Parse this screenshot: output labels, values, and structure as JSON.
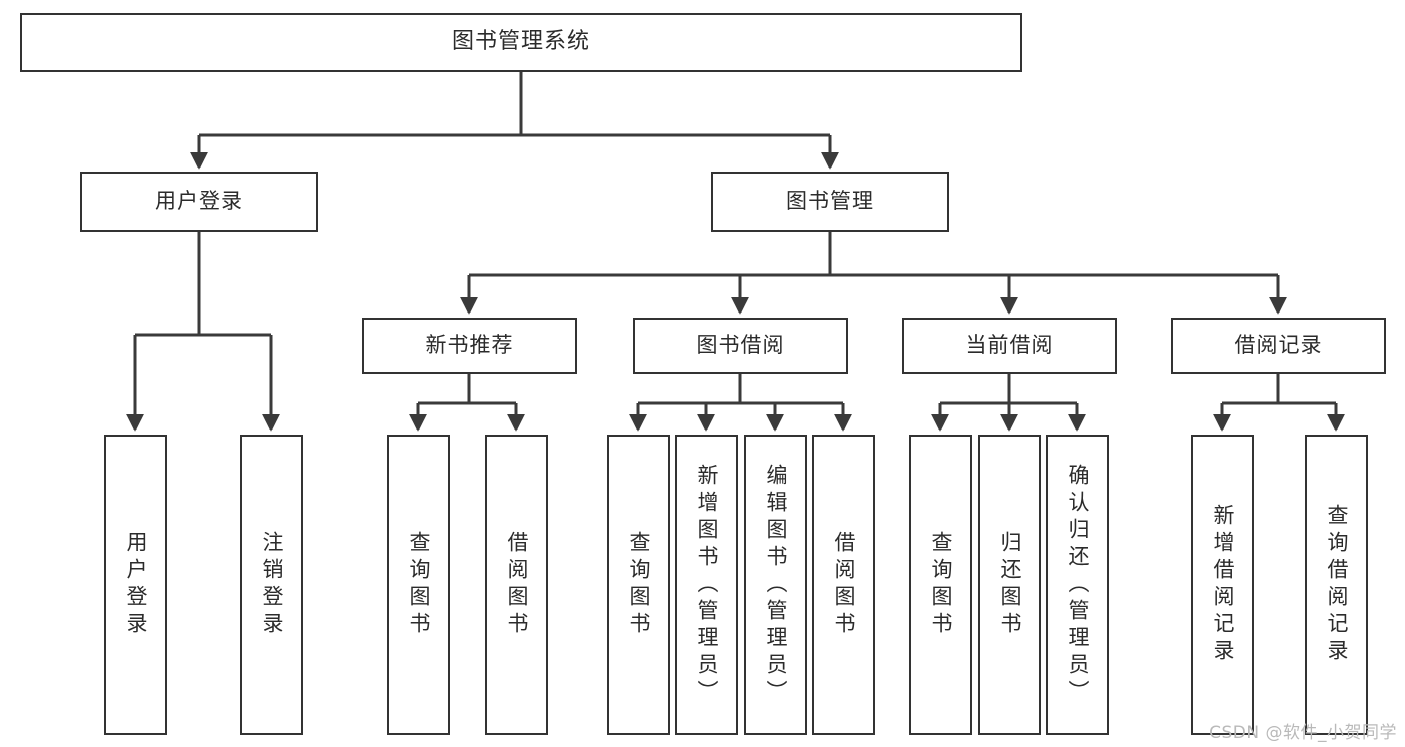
{
  "diagram": {
    "title": "图书管理系统",
    "type": "tree",
    "watermark": "CSDN @软件_小贺同学",
    "colors": {
      "box_border": "#333333",
      "box_fill": "#ffffff",
      "edge": "#3a3a3a",
      "text": "#2b2b2b",
      "watermark": "#b9b9b9",
      "background": "#ffffff"
    },
    "root": {
      "label": "图书管理系统",
      "orientation": "horizontal"
    },
    "level2": [
      {
        "label": "用户登录",
        "orientation": "horizontal"
      },
      {
        "label": "图书管理",
        "orientation": "horizontal"
      }
    ],
    "level3": [
      {
        "label": "新书推荐",
        "orientation": "horizontal"
      },
      {
        "label": "图书借阅",
        "orientation": "horizontal"
      },
      {
        "label": "当前借阅",
        "orientation": "horizontal"
      },
      {
        "label": "借阅记录",
        "orientation": "horizontal"
      }
    ],
    "leaves": {
      "user_login": [
        {
          "label": "用户登录",
          "orientation": "vertical"
        },
        {
          "label": "注销登录",
          "orientation": "vertical"
        }
      ],
      "new_book_recommend": [
        {
          "label": "查询图书",
          "orientation": "vertical"
        },
        {
          "label": "借阅图书",
          "orientation": "vertical"
        }
      ],
      "book_borrow": [
        {
          "label": "查询图书",
          "orientation": "vertical"
        },
        {
          "label": "新增图书（管理员）",
          "orientation": "vertical"
        },
        {
          "label": "编辑图书（管理员）",
          "orientation": "vertical"
        },
        {
          "label": "借阅图书",
          "orientation": "vertical"
        }
      ],
      "current_borrow": [
        {
          "label": "查询图书",
          "orientation": "vertical"
        },
        {
          "label": "归还图书",
          "orientation": "vertical"
        },
        {
          "label": "确认归还（管理员）",
          "orientation": "vertical"
        }
      ],
      "borrow_record": [
        {
          "label": "新增借阅记录",
          "orientation": "vertical"
        },
        {
          "label": "查询借阅记录",
          "orientation": "vertical"
        }
      ]
    }
  }
}
